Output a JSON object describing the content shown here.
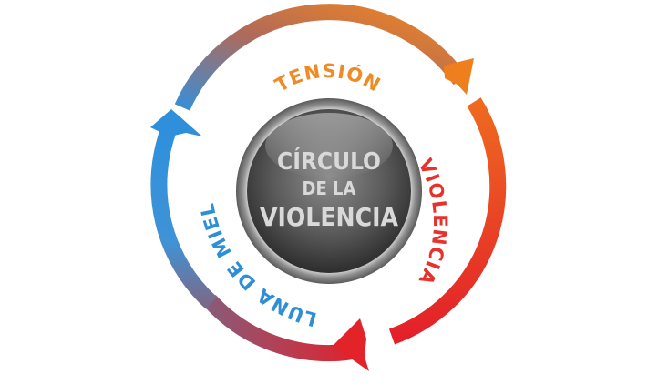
{
  "center": {
    "line1": "CÍRCULO",
    "line2": "DE LA",
    "line3": "VIOLENCIA"
  },
  "stages": [
    {
      "label": "TENSIÓN",
      "color": "#f08a24"
    },
    {
      "label": "VIOLENCIA",
      "color": "#e8312a"
    },
    {
      "label": "LUNA DE MIEL",
      "color": "#2e8fd8"
    }
  ],
  "colors": {
    "orange": "#f28c1e",
    "red": "#e5262a",
    "blue": "#3a9be0",
    "center_sphere_dark": "#2b2b2b",
    "center_sphere_light": "#a9a9a9"
  },
  "icons": {
    "arrow_head": "arrowhead-icon"
  }
}
